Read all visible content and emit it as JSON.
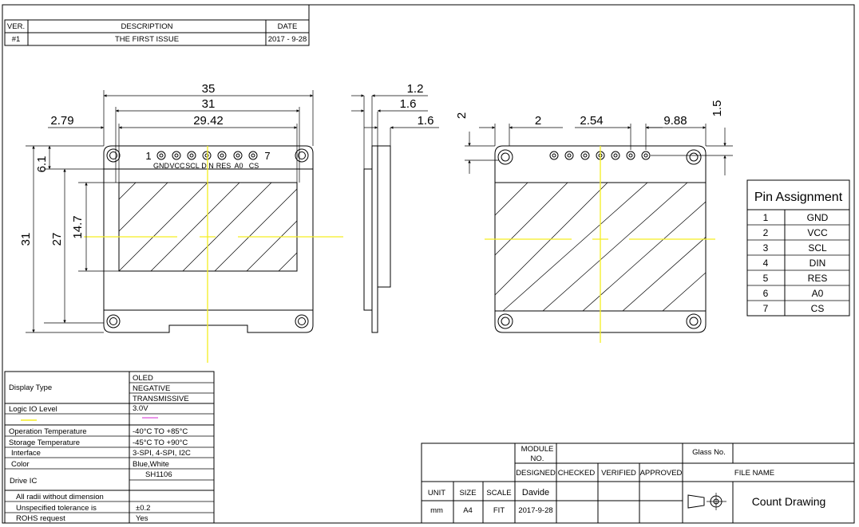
{
  "revision": {
    "headers": {
      "ver": "VER.",
      "desc": "DESCRIPTION",
      "date": "DATE"
    },
    "row": {
      "ver": "#1",
      "desc": "THE FIRST ISSUE",
      "date": "2017 - 9-28"
    }
  },
  "front": {
    "dims": {
      "w35": "35",
      "w31": "31",
      "w2942": "29.42",
      "d279": "2.79",
      "h61": "6.1",
      "h31": "31",
      "h27": "27",
      "h147": "14.7"
    },
    "pin_first": "1",
    "pin_last": "7",
    "pin_labels": [
      "GND",
      "VCC",
      "SCL",
      "DIN",
      "RES",
      "A0",
      "CS"
    ]
  },
  "side": {
    "dims": {
      "d12": "1.2",
      "d16a": "1.6",
      "d16b": "1.6"
    }
  },
  "back": {
    "dims": {
      "v2": "2",
      "h2": "2",
      "p254": "2.54",
      "d988": "9.88",
      "v15": "1.5"
    }
  },
  "pin_assignment": {
    "title": "Pin Assignment",
    "rows": [
      {
        "num": "1",
        "name": "GND"
      },
      {
        "num": "2",
        "name": "VCC"
      },
      {
        "num": "3",
        "name": "SCL"
      },
      {
        "num": "4",
        "name": "DIN"
      },
      {
        "num": "5",
        "name": "RES"
      },
      {
        "num": "6",
        "name": "A0"
      },
      {
        "num": "7",
        "name": "CS"
      }
    ]
  },
  "specs": {
    "display_type": "Display Type",
    "display_values": [
      "OLED",
      "NEGATIVE",
      "TRANSMISSIVE"
    ],
    "logic_label": "Logic IO Level",
    "logic_value": "3.0V",
    "op_temp_label": "Operation Temperature",
    "op_temp_value": "-40°C  TO  +85°C",
    "st_temp_label": "Storage Temperature",
    "st_temp_value": "-45°C  TO  +90°C",
    "interface_label": "Interface",
    "interface_value": "3-SPI, 4-SPI, I2C",
    "color_label": "Color",
    "color_value": "Blue,White",
    "drive_label": "Drive IC",
    "drive_value": "SH1106",
    "radii_label": "All radii without dimension",
    "tol_label": "Unspecified tolerance is",
    "tol_value": "±0.2",
    "rohs_label": "ROHS request",
    "rohs_value": "Yes"
  },
  "title_block": {
    "module_no_line1": "MODULE",
    "module_no_line2": "NO.",
    "glass_no": "Glass No.",
    "designed": "DESIGNED",
    "checked": "CHECKED",
    "verified": "VERIFIED",
    "approved": "APPROVED",
    "file_name": "FILE NAME",
    "unit": "UNIT",
    "size": "SIZE",
    "scale": "SCALE",
    "designer": "Davide",
    "unit_value": "mm",
    "size_value": "A4",
    "scale_value": "FIT",
    "date_value": "2017-9-28",
    "drawing_name": "Count Drawing"
  }
}
